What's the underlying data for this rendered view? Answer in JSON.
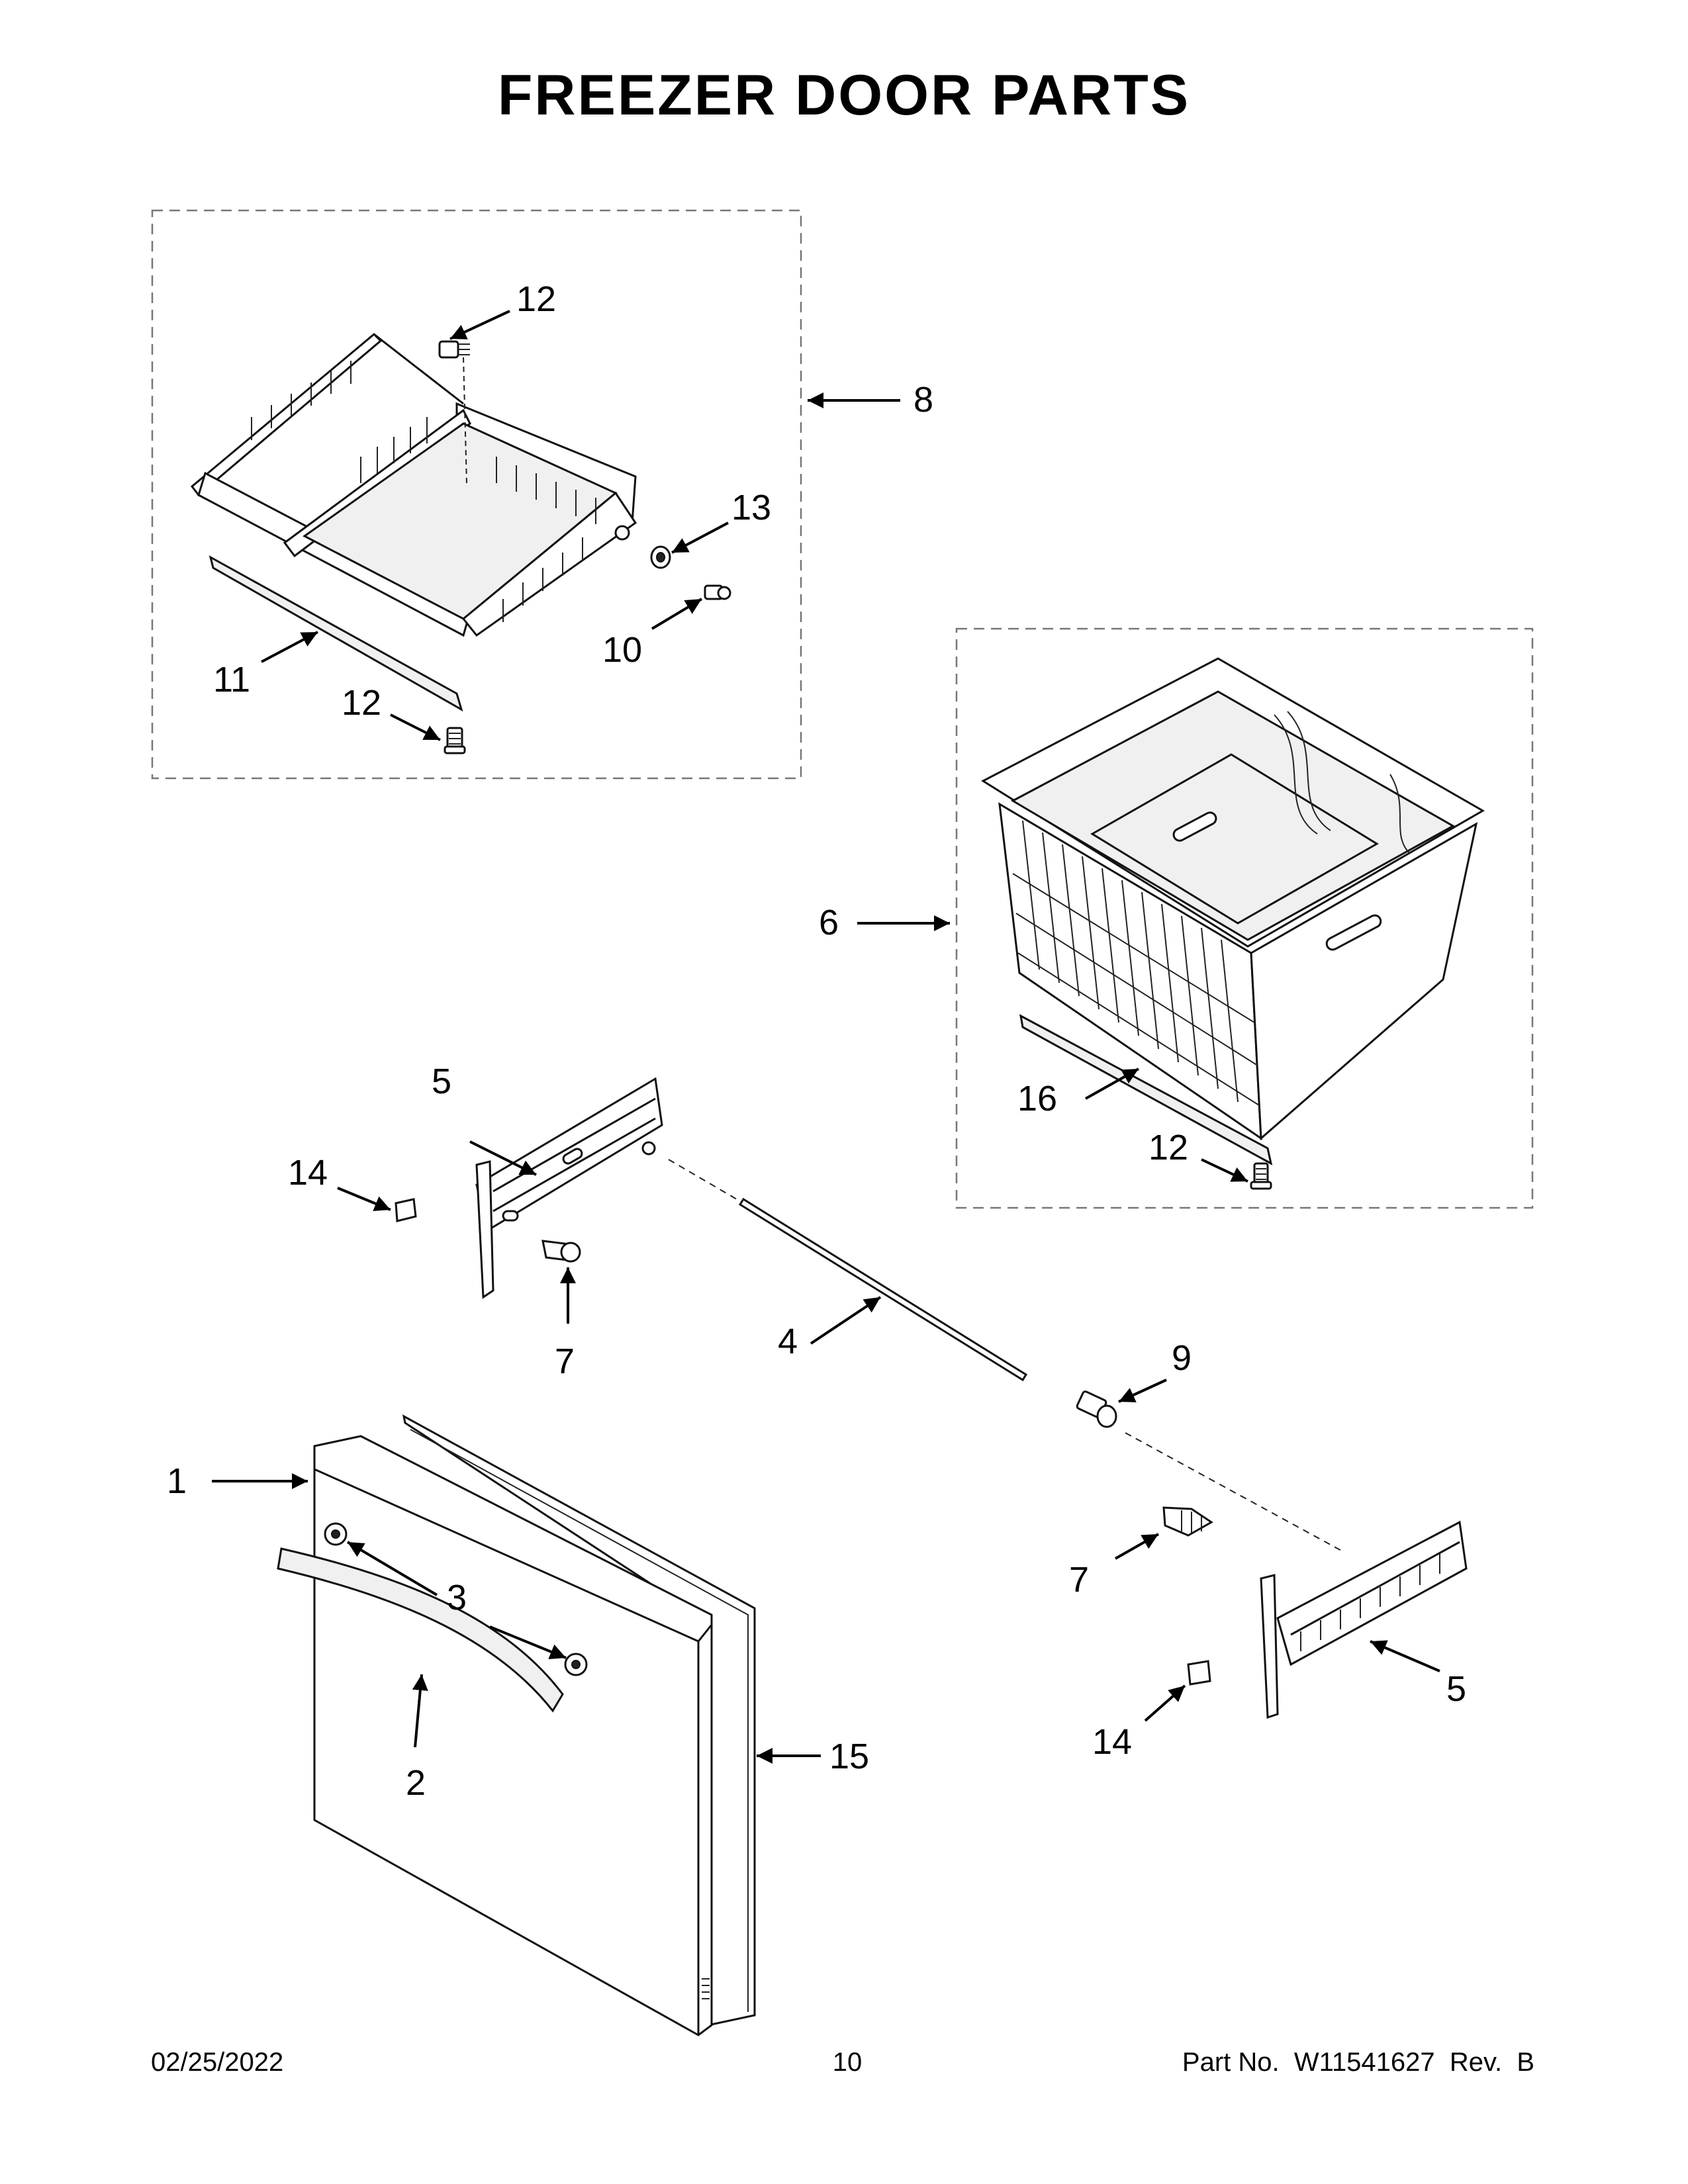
{
  "page": {
    "title": "FREEZER DOOR PARTS",
    "footer": {
      "date": "02/25/2022",
      "page_number": "10",
      "part_number": "Part No.  W11541627  Rev.  B"
    }
  },
  "callouts": {
    "c1": "1",
    "c2": "2",
    "c3": "3",
    "c4": "4",
    "c5a": "5",
    "c5b": "5",
    "c6": "6",
    "c7a": "7",
    "c7b": "7",
    "c8": "8",
    "c9": "9",
    "c10": "10",
    "c11": "11",
    "c12a": "12",
    "c12b": "12",
    "c12c": "12",
    "c13": "13",
    "c14a": "14",
    "c14b": "14",
    "c15": "15",
    "c16": "16"
  }
}
